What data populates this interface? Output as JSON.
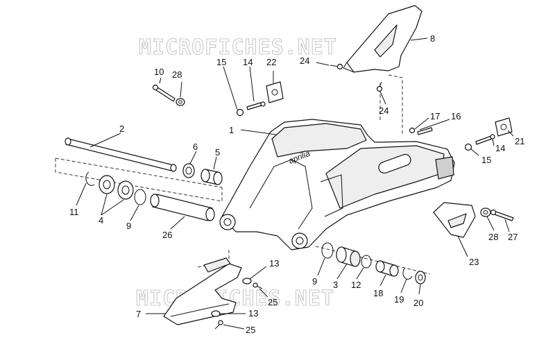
{
  "watermark": {
    "top": "MICROFICHES.NET",
    "bottom": "MICROFICHES.NET"
  },
  "brand_mark": "aprilia",
  "callouts": [
    "1",
    "2",
    "3",
    "4",
    "5",
    "6",
    "7",
    "8",
    "9",
    "9",
    "10",
    "11",
    "12",
    "13",
    "13",
    "14",
    "14",
    "15",
    "15",
    "16",
    "17",
    "18",
    "19",
    "20",
    "21",
    "22",
    "23",
    "24",
    "24",
    "25",
    "25",
    "26",
    "27",
    "28",
    "28"
  ]
}
